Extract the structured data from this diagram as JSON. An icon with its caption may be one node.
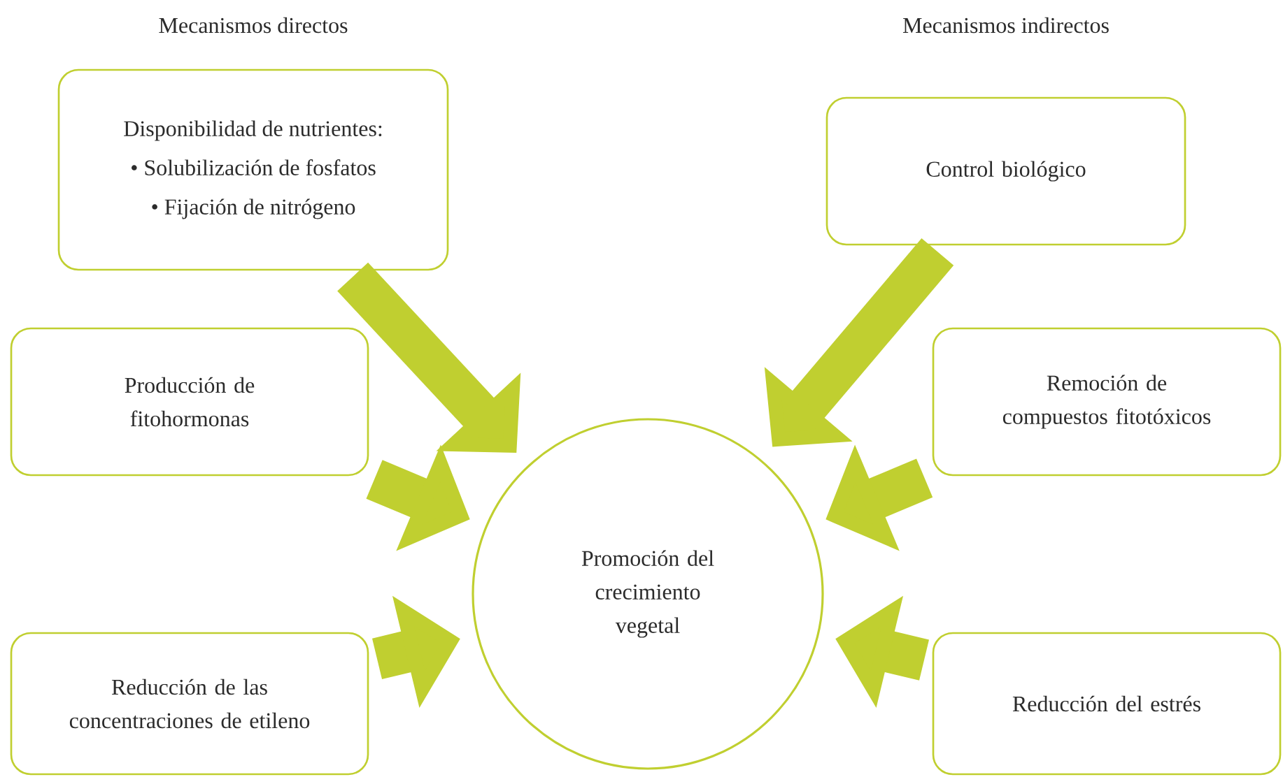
{
  "diagram": {
    "nodes": [
      {
        "text": [
          "Disponibilidad de nutrientes:",
          "• Solubilización de fosfatos",
          "• Fijación de nitrógeno"
        ]
      },
      {
        "text": [
          "Control biológico"
        ]
      },
      {
        "text": [
          "Producción de fitohormonas"
        ]
      },
      {
        "text": [
          "Remoción de compuestos fitotóxicos"
        ]
      },
      {
        "text": [
          "Promoción del crecimiento vegetal"
        ]
      },
      {
        "text": [
          "Reducción de las concentraciones de etileno"
        ]
      },
      {
        "text": [
          "Reducción del estrés"
        ]
      }
    ],
    "edges": [
      {
        "from": 0,
        "to": 4,
        "arrow": "to"
      },
      {
        "from": 1,
        "to": 4,
        "arrow": "to"
      },
      {
        "from": 2,
        "to": 4,
        "arrow": "to"
      },
      {
        "from": 3,
        "to": 4,
        "arrow": "to"
      },
      {
        "from": 5,
        "to": 4,
        "arrow": "to"
      },
      {
        "from": 6,
        "to": 4,
        "arrow": "to"
      }
    ],
    "labels": [
      "Mecanismos directos",
      "Mecanismos indirectos"
    ]
  }
}
